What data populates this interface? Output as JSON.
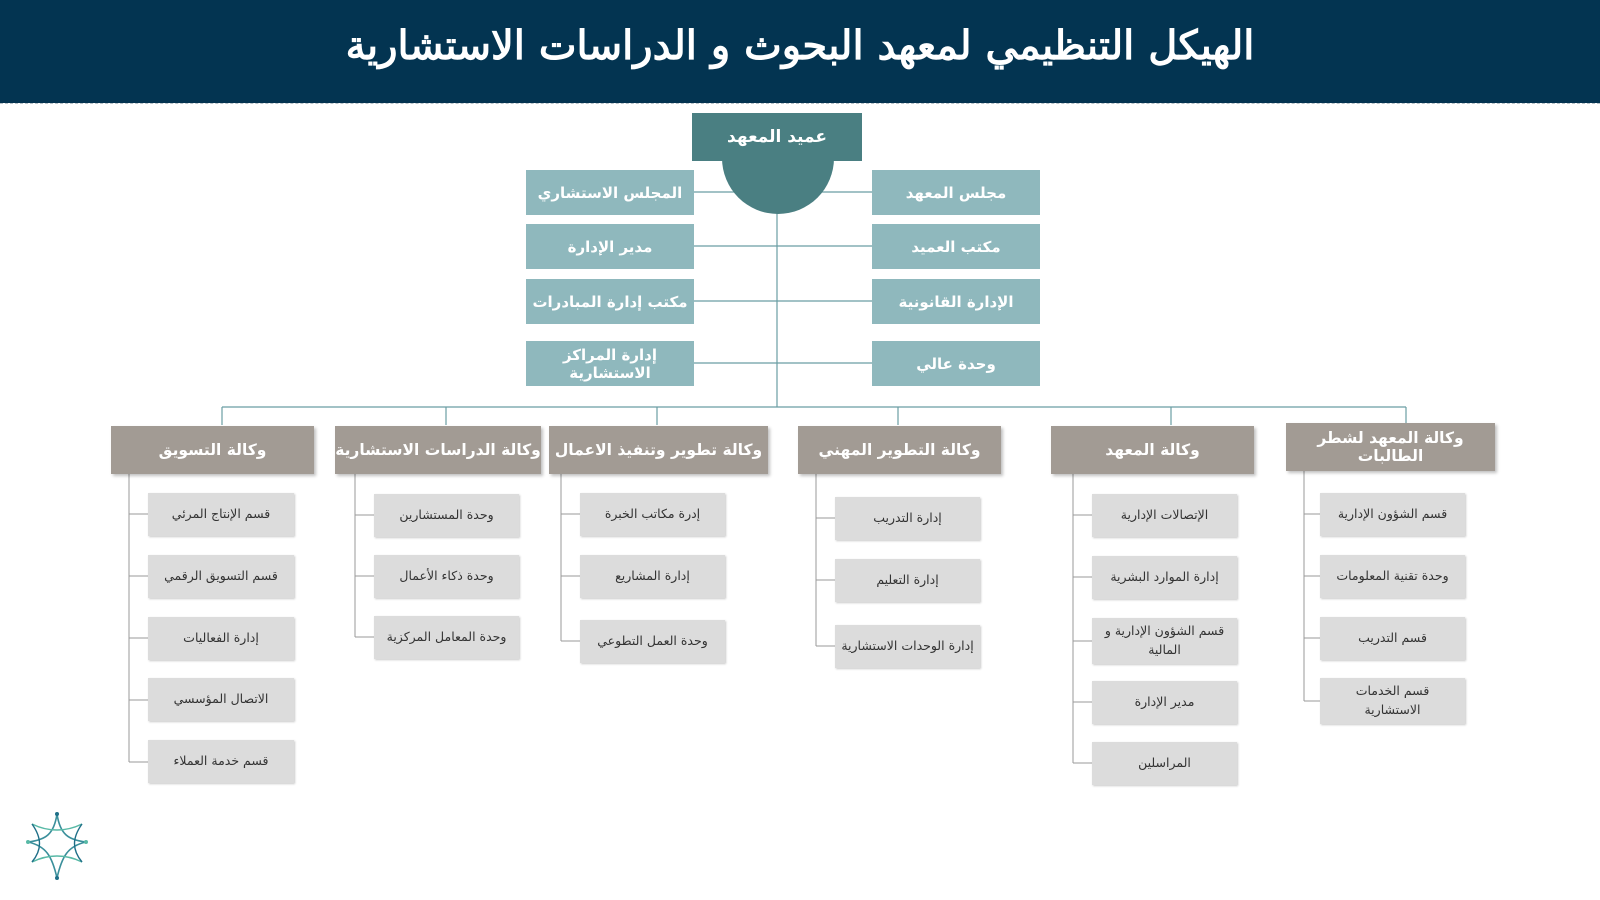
{
  "title": "الهيكل التنظيمي لمعهد البحوث و الدراسات الاستشارية",
  "dean": "عميد المعهد",
  "left_staff": [
    "المجلس الاستشاري",
    "مدير الإدارة",
    "مكتب إدارة المبادرات",
    "إدارة المراكز الاستشارية"
  ],
  "right_staff": [
    "مجلس المعهد",
    "مكتب العميد",
    "الإدارة القانونية",
    "وحدة عالي"
  ],
  "agencies": [
    {
      "name": "وكالة التسويق",
      "units": [
        "قسم الإنتاج المرئي",
        "قسم التسويق الرقمي",
        "إدارة الفعاليات",
        "الاتصال المؤسسي",
        "قسم خدمة العملاء"
      ]
    },
    {
      "name": "وكالة الدراسات الاستشارية",
      "units": [
        "وحدة المستشارين",
        "وحدة ذكاء الأعمال",
        "وحدة المعامل المركزية"
      ]
    },
    {
      "name": "وكالة تطوير وتنفيذ الاعمال",
      "units": [
        "إدرة مكاتب الخبرة",
        "إدارة المشاريع",
        "وحدة العمل التطوعي"
      ]
    },
    {
      "name": "وكالة التطوير المهني",
      "units": [
        "إدارة التدريب",
        "إدارة التعليم",
        "إدارة الوحدات الاستشارية"
      ]
    },
    {
      "name": "وكالة المعهد",
      "units": [
        "الإتصالات الإدارية",
        "إدارة الموارد البشرية",
        "قسم الشؤون الإدارية و المالية",
        "مدير الإدارة",
        "المراسلين"
      ]
    },
    {
      "name": "وكالة المعهد لشطر الطالبات",
      "units": [
        "قسم الشؤون الإدارية",
        "وحدة تقنية المعلومات",
        "قسم التدريب",
        "قسم الخدمات الاستشارية"
      ]
    }
  ],
  "colors": {
    "header": "#033451",
    "dean": "#4a7f82",
    "staff": "#8fb8bd",
    "agency": "#a29b94",
    "unit": "#dcdcdc",
    "connector": "#6a9ea3"
  },
  "logo_icon": "star-logo-icon"
}
